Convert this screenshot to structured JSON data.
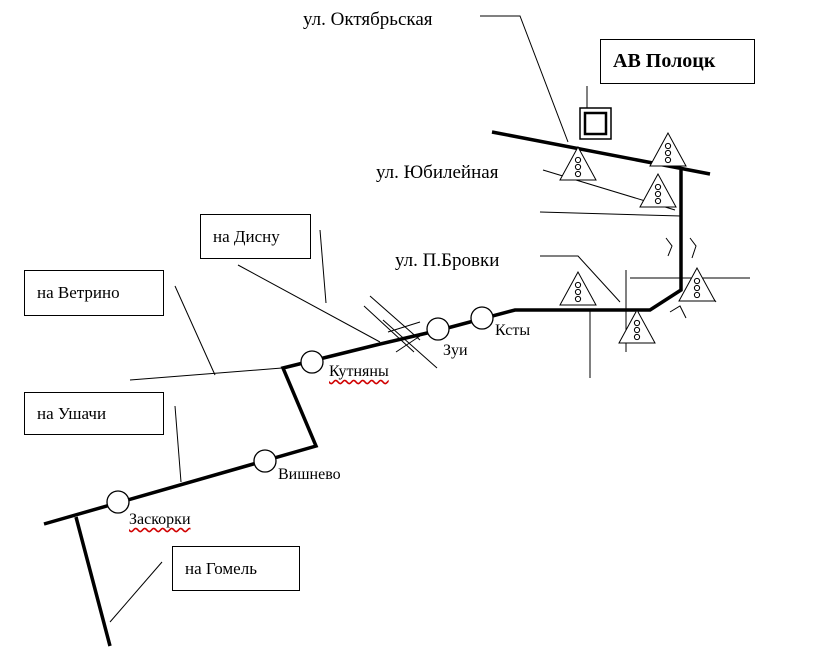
{
  "streets": {
    "oktyabrskaya": "ул. Октябрьская",
    "yubileynaya": "ул. Юбилейная",
    "brovki": "ул. П.Бровки"
  },
  "boxes": {
    "av_polotsk": "АВ Полоцк",
    "disna": "на Дисну",
    "vetrino": "на Ветрино",
    "ushachi": "на Ушачи",
    "gomel": "на Гомель"
  },
  "stops": {
    "ksty": "Ксты",
    "zui": "Зуи",
    "kutnyany": "Кутняны",
    "vishnevo": "Вишнево",
    "zaskorki": "Заскорки"
  },
  "icons": [
    "bus-station-icon",
    "traffic-light-icon",
    "bus-stop-icon"
  ],
  "colors": {
    "line": "#000000",
    "spellcheck_underline": "#d00000"
  }
}
